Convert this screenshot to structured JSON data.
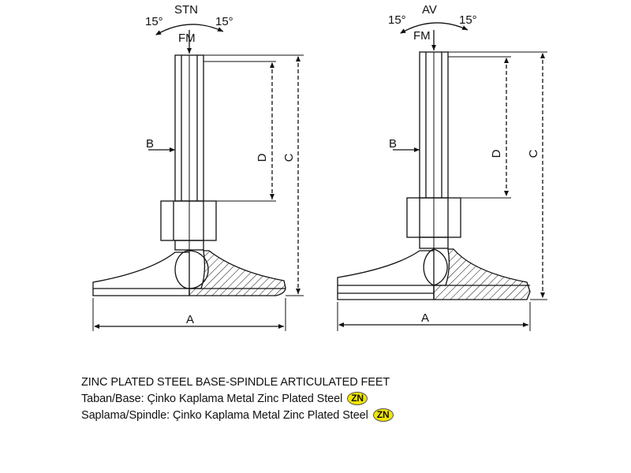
{
  "colors": {
    "ink": "#111111",
    "badge": "#f2e600",
    "hatch": "#222222"
  },
  "left": {
    "model": "STN",
    "force": "FM",
    "angle_left": "15°",
    "angle_right": "15°",
    "dims": {
      "a": "A",
      "b": "B",
      "c": "C",
      "d": "D"
    }
  },
  "right": {
    "model": "AV",
    "force": "FM",
    "angle_left": "15°",
    "angle_right": "15°",
    "dims": {
      "a": "A",
      "b": "B",
      "c": "C",
      "d": "D"
    }
  },
  "caption": {
    "title": "ZINC PLATED STEEL BASE-SPINDLE ARTICULATED FEET",
    "base": "Taban/Base: Çinko Kaplama Metal Zinc Plated Steel",
    "spindle": "Saplama/Spindle: Çinko Kaplama Metal Zinc Plated Steel",
    "badge": "ZN"
  }
}
